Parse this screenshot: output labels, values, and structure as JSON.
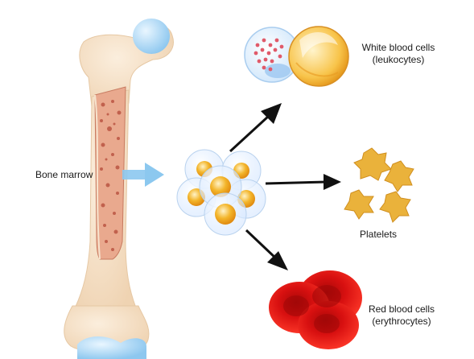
{
  "labels": {
    "bone_marrow": "Bone marrow",
    "white_blood_cells_line1": "White blood cells",
    "white_blood_cells_line2": "(leukocytes)",
    "platelets": "Platelets",
    "red_blood_cells_line1": "Red blood cells",
    "red_blood_cells_line2": "(erythrocytes)"
  },
  "icons": {
    "bone": "bone-icon",
    "stem_cells": "stem-cell-cluster-icon",
    "white_cells": "white-blood-cell-icon",
    "platelets": "platelet-icon",
    "red_cells": "red-blood-cell-icon",
    "blue_arrow": "arrow-right-icon",
    "black_arrows": "arrow-icon"
  },
  "colors": {
    "bone": "#f3dcc0",
    "marrow": "#c96a55",
    "cartilage": "#a9d6f2",
    "red_cell": "#e01616",
    "platelet": "#e8b038",
    "stem_cell": "#f0b020",
    "arrow_blue": "#8cc8ef",
    "arrow_black": "#111111"
  }
}
